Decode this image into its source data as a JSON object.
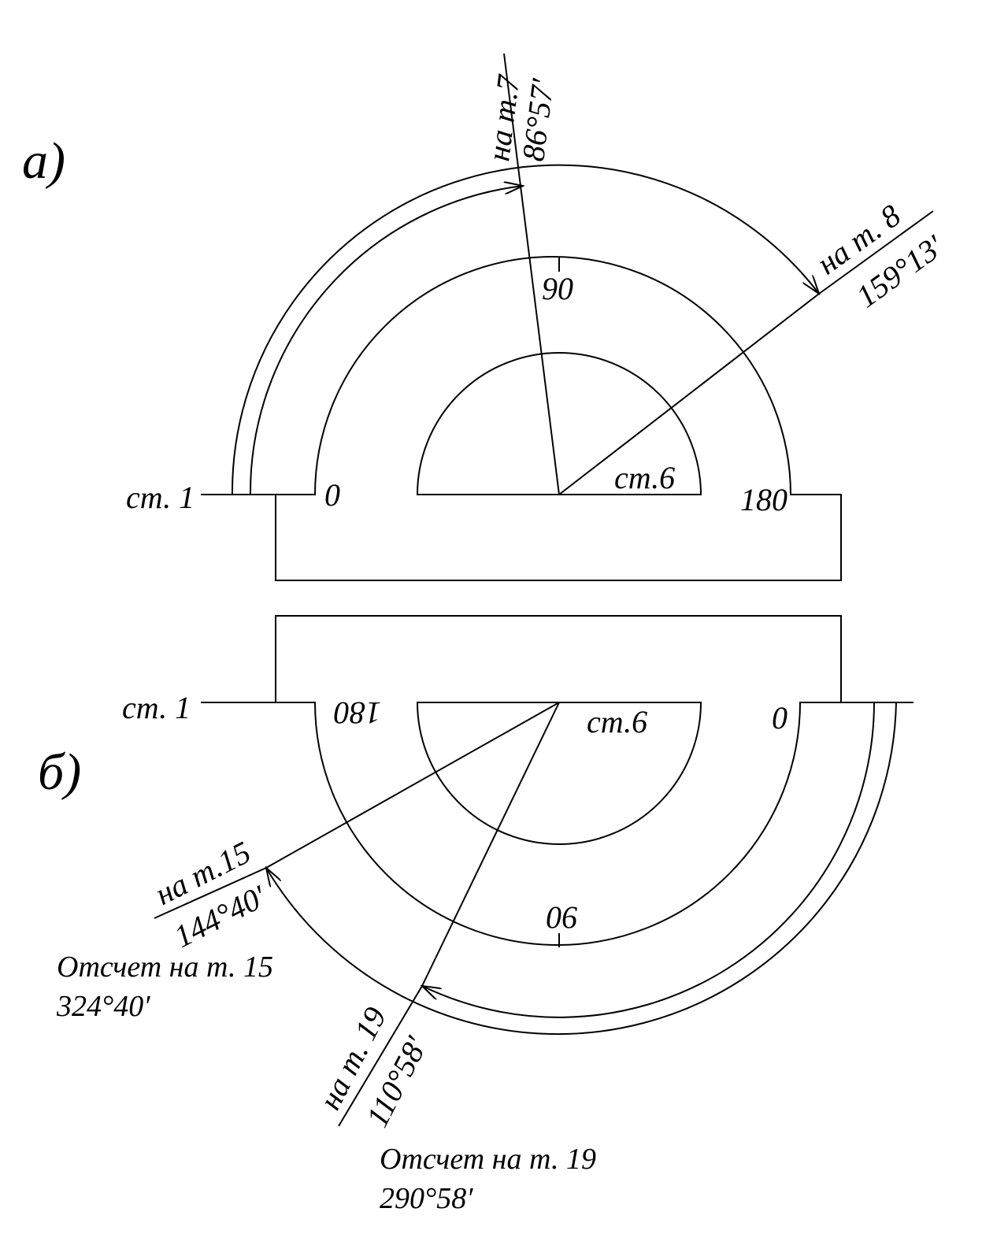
{
  "panel_a": {
    "panel_label": "а)",
    "station_left": "ст. 1",
    "station_center": "ст.6",
    "scale_zero": "0",
    "scale_ninety": "90",
    "scale_oneeighty": "180",
    "ray_t7": {
      "target": "на т.7",
      "angle": "86°57′"
    },
    "ray_t8": {
      "target": "на т. 8",
      "angle": "159°13′"
    }
  },
  "panel_b": {
    "panel_label": "б)",
    "station_left": "ст. 1",
    "station_center": "ст.6",
    "scale_zero": "0",
    "scale_ninety": "90",
    "scale_oneeighty": "180",
    "ray_t15": {
      "target": "на т.15",
      "angle": "144°40′"
    },
    "ray_t19": {
      "target": "на т. 19",
      "angle": "110°58′"
    },
    "reading_t15": {
      "label": "Отсчет на т. 15",
      "value": "324°40′"
    },
    "reading_t19": {
      "label": "Отсчет на т. 19",
      "value": "290°58′"
    }
  }
}
